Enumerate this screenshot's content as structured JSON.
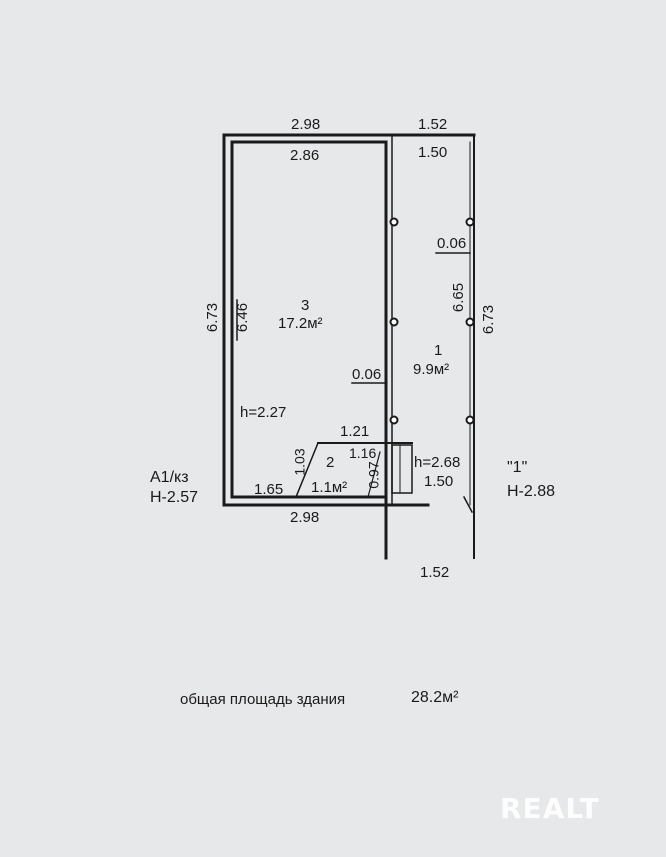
{
  "plan": {
    "dims": {
      "top_outer_left": "2.98",
      "top_outer_right": "1.52",
      "top_inner_left": "2.86",
      "top_inner_right": "1.50",
      "left_outer": "6.73",
      "left_inner": "6.46",
      "right_outer": "6.73",
      "right_inner": "6.65",
      "wall_right": "0.06",
      "wall_mid": "0.06",
      "bottom_left": "2.98",
      "bottom_right": "1.52",
      "small_top": "1.21",
      "small_side": "1.03",
      "small_inner_top": "1.16",
      "small_depth": "0.97",
      "small_bottom": "1.65",
      "entry_width": "1.50"
    },
    "rooms": [
      {
        "number": "3",
        "area": "17.2м²"
      },
      {
        "number": "1",
        "area": "9.9м²"
      },
      {
        "number": "2",
        "area": "1.1м²"
      }
    ],
    "heights": {
      "main": "h=2.27",
      "annex": "h=2.68"
    },
    "markers": {
      "left_code": "А1/кз",
      "left_level": "Н-2.57",
      "right_code": "\"1\"",
      "right_level": "Н-2.88"
    }
  },
  "footer": {
    "total_label": "общая площадь здания",
    "total_value": "28.2м²"
  },
  "watermark": "REALT"
}
